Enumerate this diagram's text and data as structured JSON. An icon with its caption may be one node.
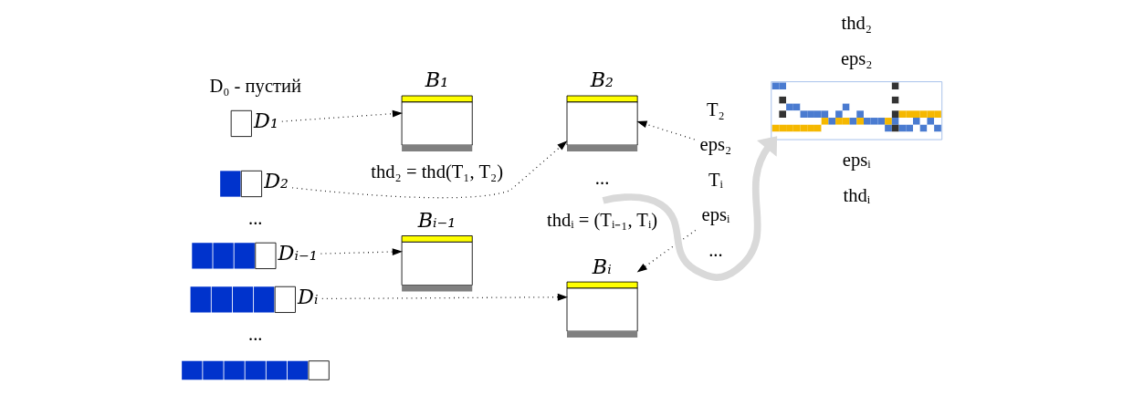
{
  "diagram": {
    "nodes": [
      {
        "text": [
          "D₁"
        ]
      },
      {
        "text": [
          "D₂"
        ]
      },
      {
        "text": [
          "Dᵢ₋₁"
        ]
      },
      {
        "text": [
          "Dᵢ"
        ]
      },
      {
        "text": [],
        "shape": "bar"
      },
      {
        "text": [
          "B₁"
        ]
      },
      {
        "text": [
          "B₂"
        ]
      },
      {
        "text": [
          "Bᵢ₋₁"
        ]
      },
      {
        "text": [
          "Bᵢ"
        ]
      },
      {
        "text": [
          "eps₂"
        ]
      },
      {
        "text": [
          "epsᵢ"
        ]
      },
      {
        "text": [],
        "shape": "picture"
      }
    ],
    "edges": [
      {
        "from": 0,
        "to": 5,
        "arrow": "to",
        "style": "dashed"
      },
      {
        "from": 1,
        "to": 6,
        "arrow": "to",
        "style": "dashed"
      },
      {
        "from": 2,
        "to": 7,
        "arrow": "to",
        "style": "dashed"
      },
      {
        "from": 3,
        "to": 8,
        "arrow": "to",
        "style": "dashed"
      },
      {
        "from": 9,
        "to": 6,
        "arrow": "to",
        "style": "dashed"
      },
      {
        "from": 10,
        "to": 8,
        "arrow": "to",
        "style": "dashed"
      },
      {
        "from": null,
        "to": 11,
        "arrow": "to",
        "style": "thick",
        "color": "#d9d9d9"
      }
    ],
    "labels": [
      "D₀ - пустий",
      "T₂",
      "...",
      "thd₂ = thd(T₁, T₂)",
      "...",
      "thd₂",
      "eps₂",
      "epsᵢ",
      "thdᵢ",
      "...",
      "Tᵢ",
      "thdᵢ = (Tᵢ₋₁, Tᵢ)",
      "..."
    ]
  }
}
